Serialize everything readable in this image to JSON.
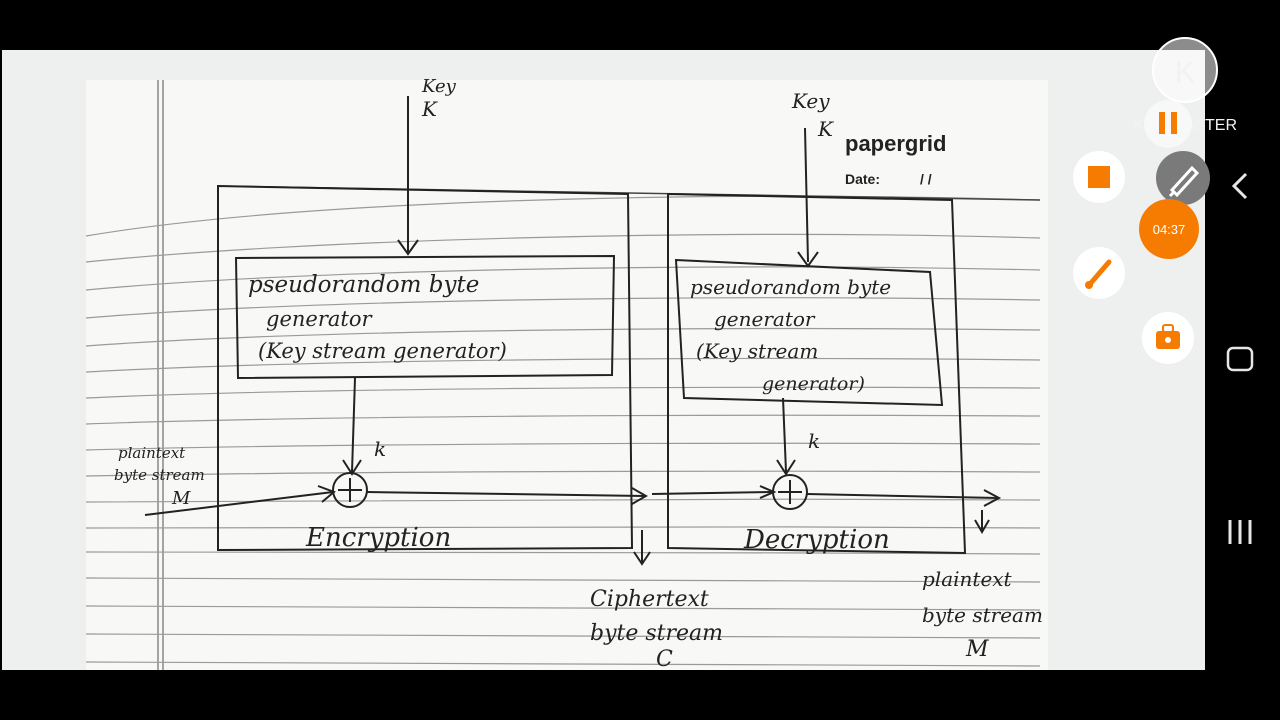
{
  "video": {
    "page": {
      "brand": "papergrid",
      "date_label": "Date:",
      "date_value": "/ /"
    },
    "diagram": {
      "key_left": "Key",
      "key_left_symbol": "K",
      "key_right": "Key",
      "key_right_symbol": "K",
      "gen_left_line1": "pseudorandom byte",
      "gen_left_line2": "generator",
      "gen_left_line3": "(Key stream generator)",
      "gen_right_line1": "pseudorandom byte",
      "gen_right_line2": "generator",
      "gen_right_line3": "(Key stream",
      "gen_right_line4": "generator)",
      "k_left": "k",
      "k_right": "k",
      "plaintext_in_line1": "plaintext",
      "plaintext_in_line2": "byte stream",
      "plaintext_in_symbol": "M",
      "encryption_label": "Encryption",
      "decryption_label": "Decryption",
      "ciphertext_line1": "Ciphertext",
      "ciphertext_line2": "byte stream",
      "ciphertext_symbol": "C",
      "plaintext_out_line1": "plaintext",
      "plaintext_out_line2": "byte stream",
      "plaintext_out_symbol": "M"
    }
  },
  "editor": {
    "watermark": "KINEMASTER",
    "watermark_logo": "K",
    "timer": "04:37",
    "tools": [
      "pause-icon",
      "stop-icon",
      "pen-icon",
      "brush-icon",
      "clear-bag-icon"
    ],
    "colors": {
      "accent": "#f57c00",
      "stop": "#f57c00"
    }
  },
  "navbar": {
    "items": [
      "back-icon",
      "home-icon",
      "recents-icon"
    ]
  }
}
